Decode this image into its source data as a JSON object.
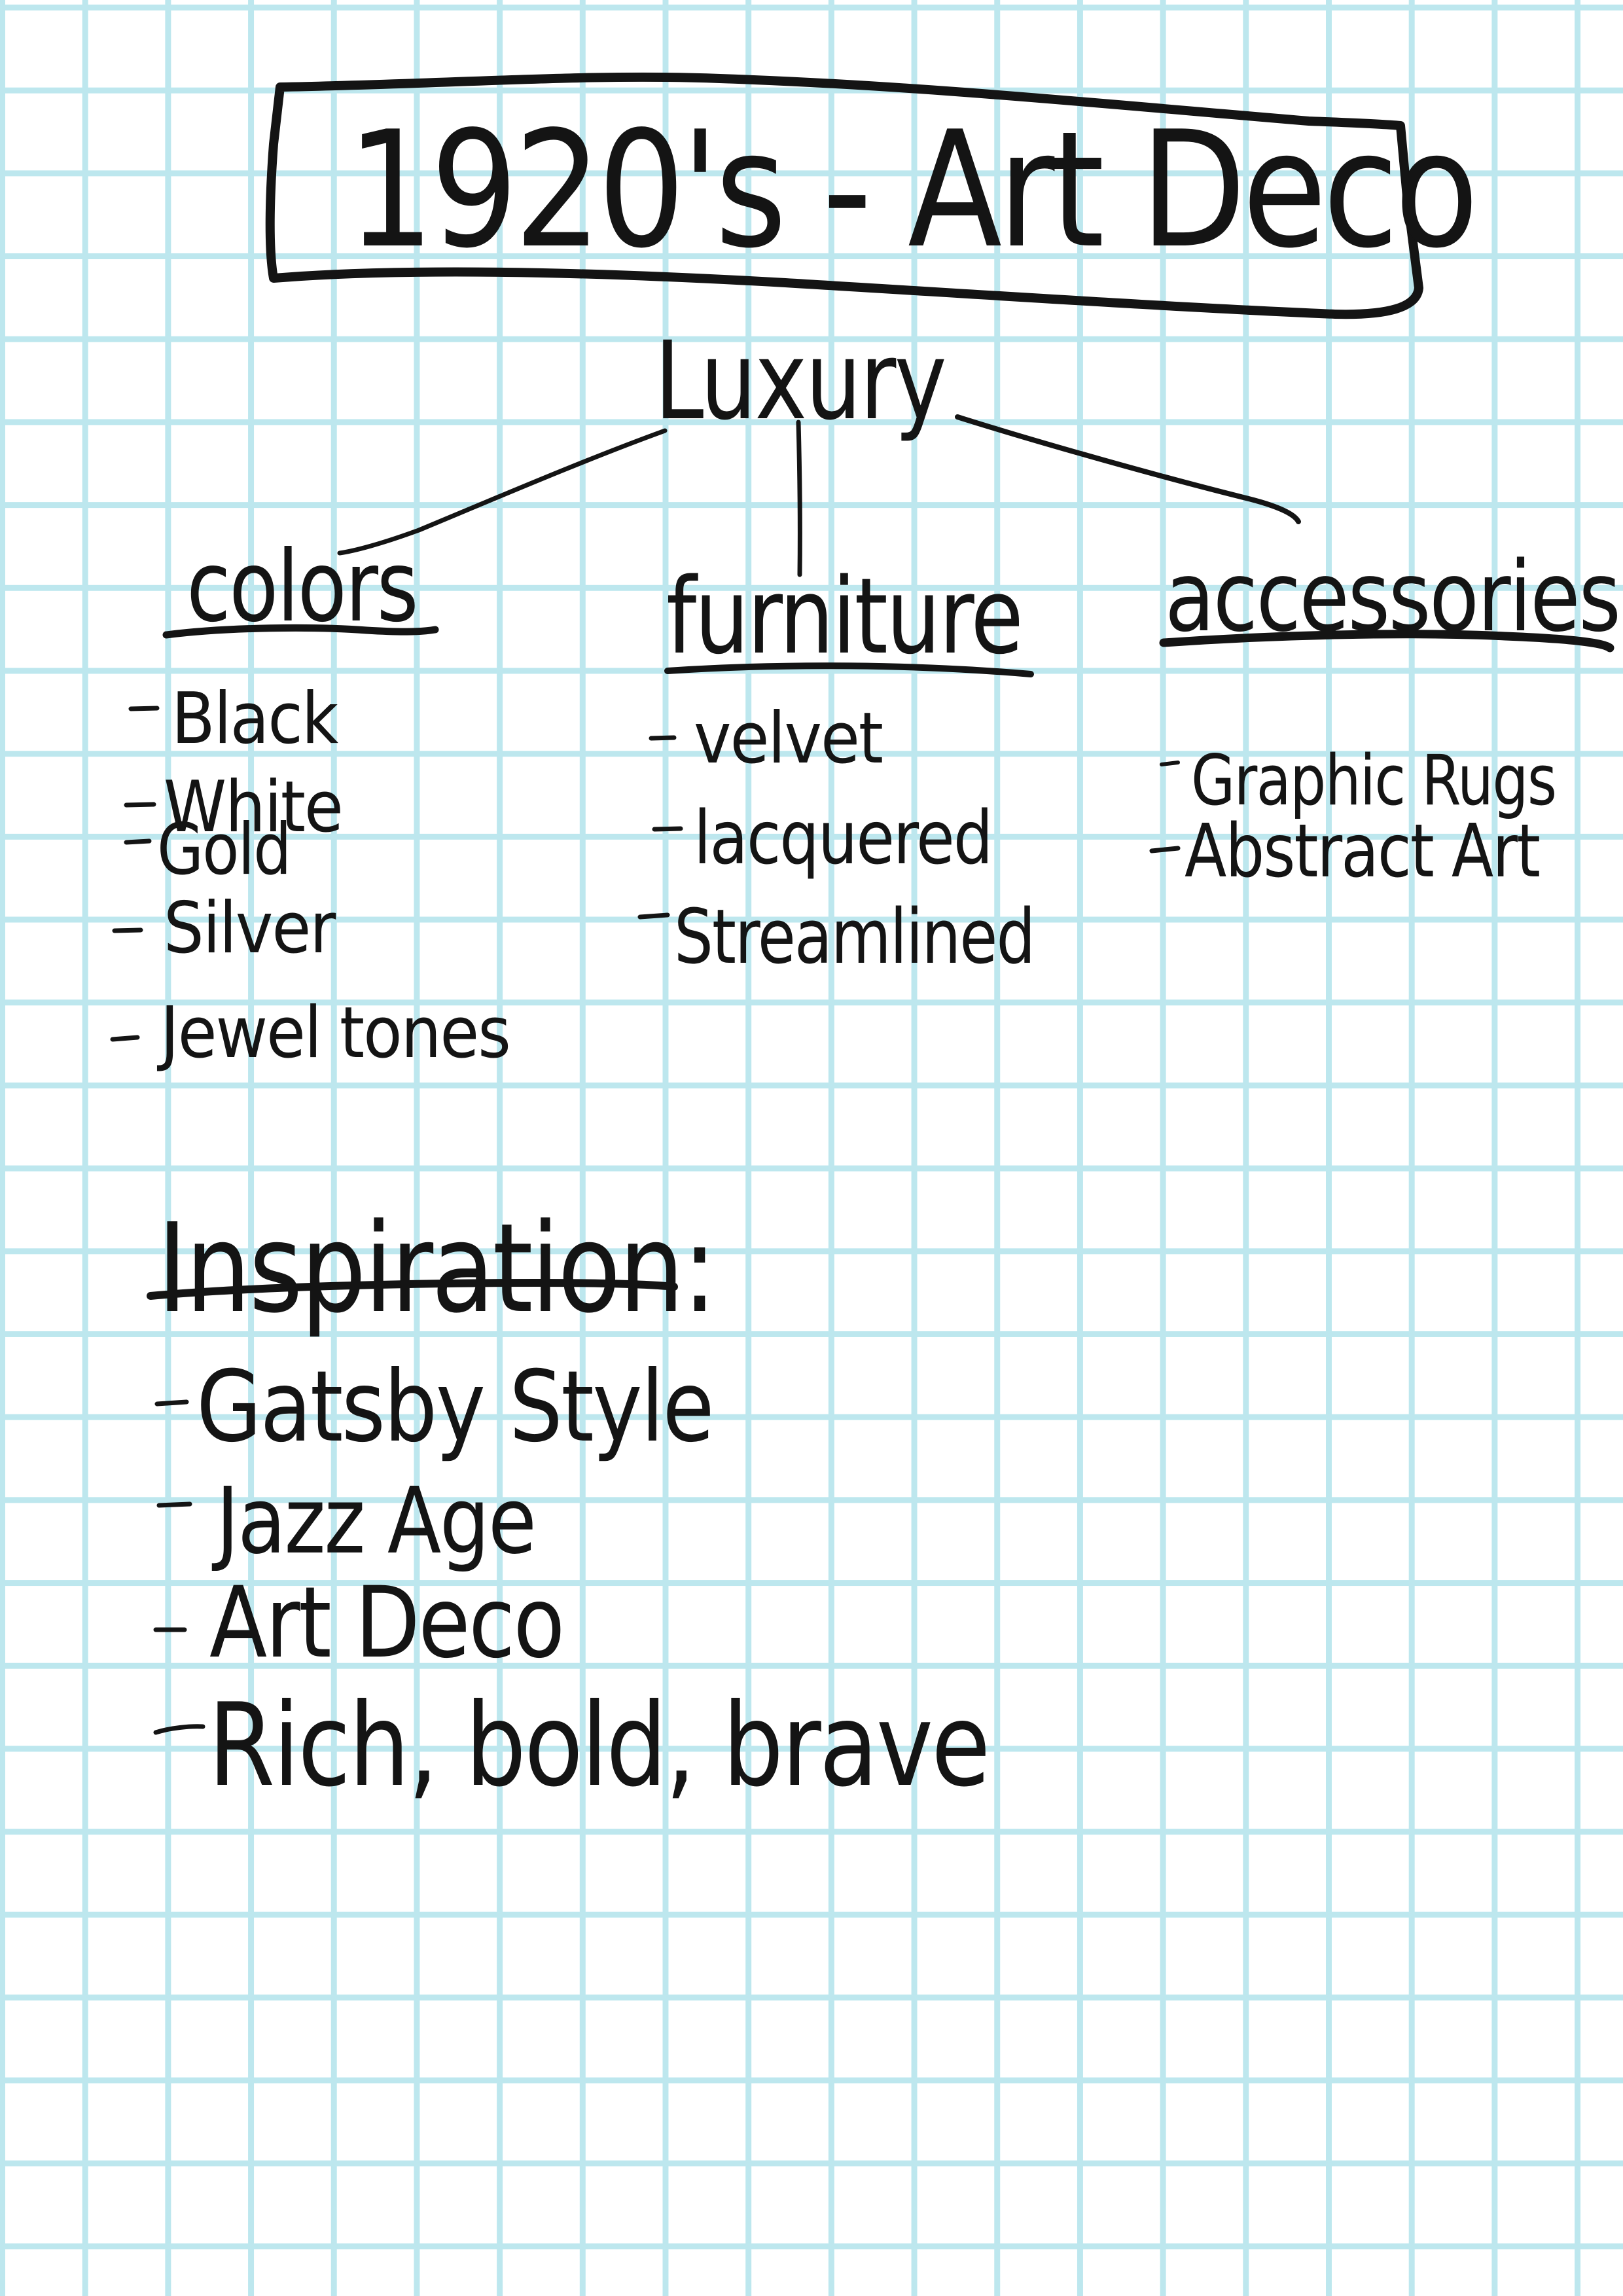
{
  "page": {
    "background_color": "#ffffff",
    "grid_color": "#bde7ee",
    "ink_color": "#141414"
  },
  "title": "1920's - Art Deco",
  "mind_map": {
    "center": "Luxury",
    "branches": [
      {
        "heading": "colors",
        "items": [
          "Black",
          "White",
          "Gold",
          "Silver",
          "Jewel tones"
        ]
      },
      {
        "heading": "furniture",
        "items": [
          "velvet",
          "lacquered",
          "Streamlined"
        ]
      },
      {
        "heading": "accessories",
        "items": [
          "Graphic Rugs",
          "Abstract Art"
        ]
      }
    ]
  },
  "inspiration": {
    "heading": "Inspiration:",
    "items": [
      "Gatsby Style",
      "Jazz Age",
      "Art Deco",
      "Rich, bold, brave"
    ]
  }
}
